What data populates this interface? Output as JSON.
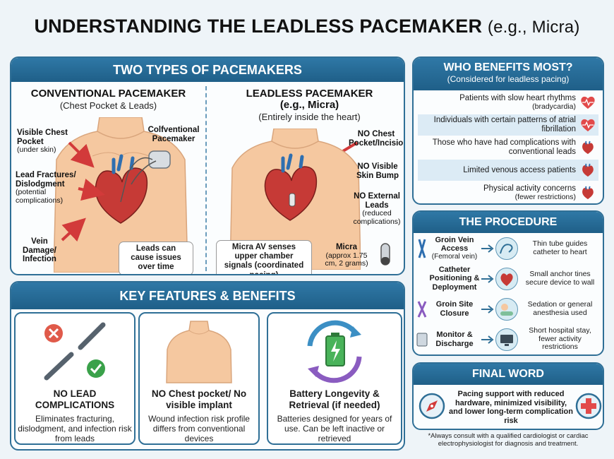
{
  "title": {
    "main": "UNDERSTANDING THE LEADLESS PACEMAKER",
    "sub": "(e.g., Micra)"
  },
  "types": {
    "header": "TWO TYPES OF PACEMAKERS",
    "conventional": {
      "title": "CONVENTIONAL PACEMAKER",
      "subtitle": "(Chest Pocket & Leads)",
      "labels": {
        "pocket": "Visible Chest Pocket",
        "pocket_note": "(under skin)",
        "device": "Colfventional Pacemaker",
        "leads": "Lead Fractures/ Dislodgment",
        "leads_note": "(potential complications)",
        "vein": "Vein Damage/ Infection"
      },
      "callout": "Leads can cause issues over time"
    },
    "leadless": {
      "title": "LEADLESS PACEMAKER",
      "title2": "(e.g., Micra)",
      "subtitle": "(Entirely inside the heart)",
      "labels": {
        "no_pocket": "NO Chest Pocket/Incision",
        "no_bump": "NO Visible Skin Bump",
        "no_leads": "NO External Leads",
        "no_leads_note": "(reduced complications)",
        "micra": "Micra",
        "micra_note": "(approx 1.75 cm, 2 grams)"
      },
      "callout": "Micra AV senses upper chamber signals (coordinated pacing)"
    }
  },
  "features": {
    "header": "KEY FEATURES & BENEFITS",
    "cards": [
      {
        "title": "NO LEAD COMPLICATIONS",
        "desc": "Eliminates fracturing, dislodgment, and infection risk from leads"
      },
      {
        "title": "NO Chest pocket/ No visible implant",
        "desc": "Wound infection risk profile differs from conventional devices"
      },
      {
        "title": "Battery Longevity & Retrieval (if needed)",
        "desc": "Batteries designed for years of use. Can be left inactive or retrieved"
      }
    ]
  },
  "who": {
    "title": "WHO BENEFITS MOST?",
    "subtitle": "(Considered for leadless pacing)",
    "items": [
      {
        "text": "Patients with slow heart rhythms",
        "note": "(bradycardia)"
      },
      {
        "text": "Individuals with certain patterns of atrial fibrillation",
        "note": ""
      },
      {
        "text": "Those who have had complications with conventional leads",
        "note": ""
      },
      {
        "text": "Limited venous access patients",
        "note": ""
      },
      {
        "text": "Physical activity concerns",
        "note": "(fewer restrictions)"
      }
    ]
  },
  "procedure": {
    "title": "THE PROCEDURE",
    "steps": [
      {
        "left": "Groin Vein Access",
        "left_note": "(Femoral vein)",
        "right": "Thin tube guides catheter to heart"
      },
      {
        "left": "Catheter Positioning & Deployment",
        "left_note": "",
        "right": "Small anchor tines secure device to wall"
      },
      {
        "left": "Groin Site Closure",
        "left_note": "",
        "right": "Sedation or general anesthesia used"
      },
      {
        "left": "Monitor & Discharge",
        "left_note": "",
        "right": "Short hospital stay, fewer activity restrictions"
      }
    ]
  },
  "final": {
    "title": "FINAL WORD",
    "text": "Pacing support with reduced hardware, minimized visibility, and lower long-term complication risk",
    "disclaimer": "*Always consult with a qualified cardiologist or cardiac electrophysiologist for diagnosis and treatment."
  },
  "colors": {
    "primary": "#2f6f96",
    "accent_red": "#d23a3a",
    "skin": "#f5c8a0"
  }
}
